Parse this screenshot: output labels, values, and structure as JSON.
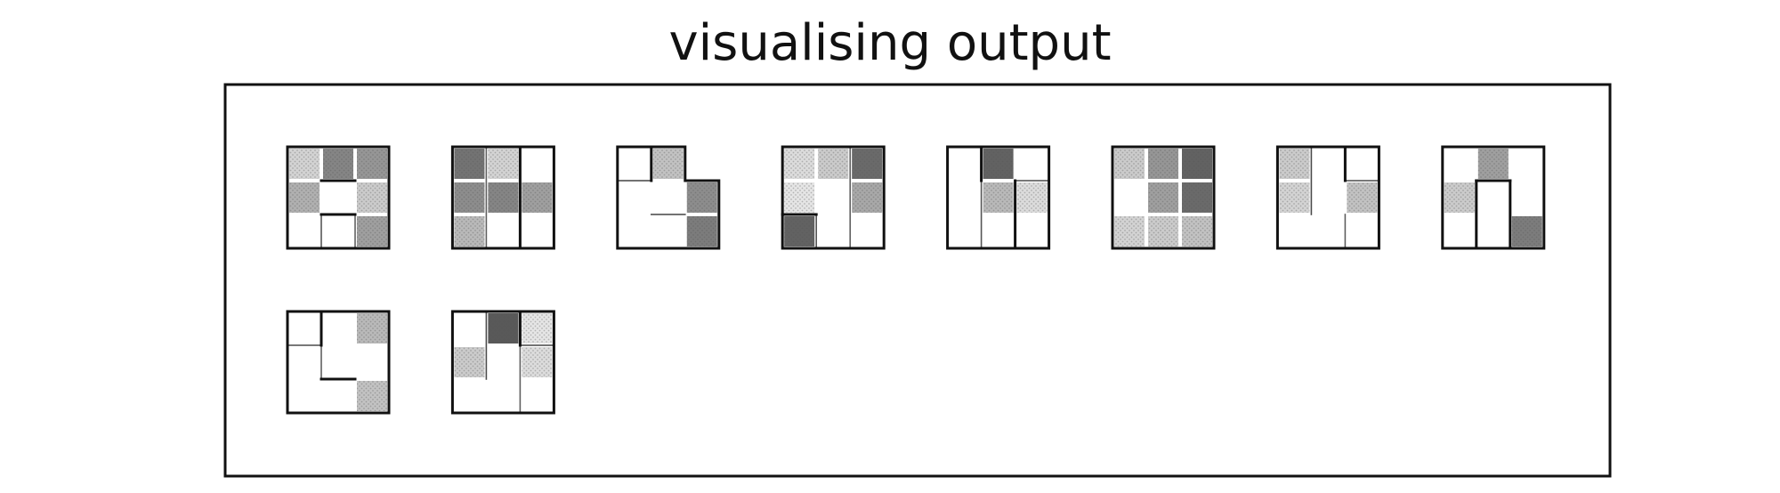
{
  "title": "visualising output",
  "colors": {
    "ink": "#111111",
    "background": "#ffffff"
  },
  "grid": {
    "rows": 3,
    "cols": 3
  },
  "panels": [
    {
      "name": "puzzle-1",
      "shade": [
        [
          0.25,
          0.7,
          0.6
        ],
        [
          0.45,
          0,
          0.3
        ],
        [
          0,
          0,
          0.55
        ]
      ],
      "walls": [
        [
          0,
          1,
          0,
          3,
          0.5
        ],
        [
          1,
          1,
          2,
          1,
          1
        ],
        [
          1,
          2,
          2,
          2,
          1
        ],
        [
          1,
          2,
          1,
          3,
          0.4
        ],
        [
          2,
          2,
          2,
          3,
          0.3
        ]
      ],
      "notches": []
    },
    {
      "name": "puzzle-2",
      "shade": [
        [
          0.8,
          0.25,
          0
        ],
        [
          0.65,
          0.7,
          0.55
        ],
        [
          0.4,
          0,
          0
        ]
      ],
      "walls": [
        [
          1,
          0,
          1,
          3,
          0.3
        ],
        [
          2,
          0,
          2,
          3,
          1
        ]
      ],
      "notches": []
    },
    {
      "name": "puzzle-3",
      "shade": [
        [
          0,
          0.35,
          0
        ],
        [
          0,
          0,
          0.65
        ],
        [
          0,
          0,
          0.75
        ]
      ],
      "walls": [
        [
          0,
          1,
          1,
          1,
          0.6
        ],
        [
          1,
          0,
          1,
          1,
          1
        ],
        [
          1,
          2,
          2,
          2,
          0.6
        ]
      ],
      "notches": [
        [
          2,
          0
        ]
      ]
    },
    {
      "name": "puzzle-4",
      "shade": [
        [
          0.2,
          0.3,
          0.85
        ],
        [
          0.15,
          0,
          0.5
        ],
        [
          0.9,
          0,
          0
        ]
      ],
      "walls": [
        [
          0,
          2,
          1,
          2,
          1
        ],
        [
          1,
          2,
          1,
          3,
          0.4
        ],
        [
          2,
          0,
          2,
          3,
          0.3
        ]
      ],
      "notches": []
    },
    {
      "name": "puzzle-5",
      "shade": [
        [
          0,
          0.9,
          0
        ],
        [
          0,
          0.4,
          0.2
        ],
        [
          0,
          0,
          0
        ]
      ],
      "walls": [
        [
          1,
          0,
          1,
          1,
          1
        ],
        [
          1,
          0,
          1,
          3,
          0.4
        ],
        [
          2,
          1,
          3,
          1,
          0.5
        ],
        [
          2,
          1,
          2,
          3,
          1
        ]
      ],
      "notches": []
    },
    {
      "name": "puzzle-6",
      "shade": [
        [
          0.3,
          0.6,
          0.9
        ],
        [
          0,
          0.55,
          0.85
        ],
        [
          0.25,
          0.3,
          0.35
        ]
      ],
      "walls": [],
      "notches": []
    },
    {
      "name": "puzzle-7",
      "shade": [
        [
          0.3,
          0,
          0
        ],
        [
          0.25,
          0,
          0.35
        ],
        [
          0,
          0,
          0
        ]
      ],
      "walls": [
        [
          1,
          0,
          1,
          2,
          0.5
        ],
        [
          2,
          0,
          2,
          1,
          1
        ],
        [
          2,
          1,
          3,
          1,
          0.5
        ],
        [
          2,
          2,
          2,
          3,
          0.3
        ]
      ],
      "notches": []
    },
    {
      "name": "puzzle-8",
      "shade": [
        [
          0,
          0.55,
          0
        ],
        [
          0.3,
          0,
          0
        ],
        [
          0,
          0,
          0.75
        ]
      ],
      "walls": [
        [
          1,
          1,
          2,
          1,
          1
        ],
        [
          1,
          1,
          1,
          3,
          1
        ],
        [
          2,
          1,
          2,
          3,
          1
        ]
      ],
      "notches": []
    },
    {
      "name": "puzzle-9",
      "shade": [
        [
          0,
          0,
          0.4
        ],
        [
          0,
          0,
          0
        ],
        [
          0,
          0,
          0.35
        ]
      ],
      "walls": [
        [
          1,
          0,
          1,
          1,
          1
        ],
        [
          0,
          1,
          1,
          1,
          0.5
        ],
        [
          1,
          1,
          1,
          2,
          0.3
        ],
        [
          1,
          2,
          2,
          2,
          1
        ]
      ],
      "notches": []
    },
    {
      "name": "puzzle-10",
      "shade": [
        [
          0,
          0.95,
          0.15
        ],
        [
          0.3,
          0,
          0.2
        ],
        [
          0,
          0,
          0
        ]
      ],
      "walls": [
        [
          1,
          0,
          1,
          2,
          0.5
        ],
        [
          2,
          0,
          2,
          1,
          1
        ],
        [
          2,
          1,
          3,
          1,
          0.6
        ],
        [
          2,
          1,
          2,
          3,
          0.3
        ]
      ],
      "notches": []
    }
  ]
}
